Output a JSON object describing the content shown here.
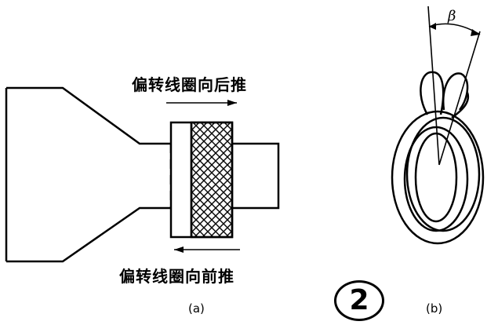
{
  "labels": {
    "push_back": "偏转线圈向后推",
    "push_forward": "偏转线圈向前推",
    "sub_a": "(a)",
    "sub_b": "(b)",
    "figure_number": "2",
    "angle_symbol": "β"
  }
}
